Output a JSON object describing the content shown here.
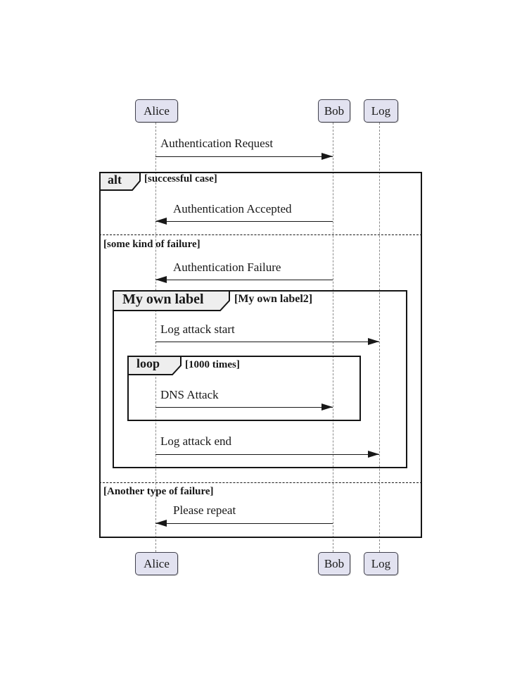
{
  "diagram": {
    "type": "uml-sequence-diagram",
    "participants": [
      {
        "name": "Alice"
      },
      {
        "name": "Bob"
      },
      {
        "name": "Log"
      }
    ],
    "messages": [
      {
        "label": "Authentication Request",
        "from": "Alice",
        "to": "Bob"
      },
      {
        "label": "Authentication Accepted",
        "from": "Bob",
        "to": "Alice"
      },
      {
        "label": "Authentication Failure",
        "from": "Bob",
        "to": "Alice"
      },
      {
        "label": "Log attack start",
        "from": "Alice",
        "to": "Log"
      },
      {
        "label": "DNS Attack",
        "from": "Alice",
        "to": "Bob"
      },
      {
        "label": "Log attack end",
        "from": "Alice",
        "to": "Log"
      },
      {
        "label": "Please repeat",
        "from": "Bob",
        "to": "Alice"
      }
    ],
    "alt_frame": {
      "operator": "alt",
      "sections": [
        {
          "condition": "[successful case]"
        },
        {
          "condition": "[some kind of failure]"
        },
        {
          "condition": "[Another type of failure]"
        }
      ]
    },
    "group_frame": {
      "label": "My own label",
      "condition": "[My own label2]"
    },
    "loop_frame": {
      "operator": "loop",
      "condition": "[1000 times]"
    },
    "colors": {
      "participant_fill": "#E2E2F0",
      "frame_label_fill": "#EEEEEE",
      "line": "#181818",
      "lifeline": "#8a8a8a"
    }
  }
}
